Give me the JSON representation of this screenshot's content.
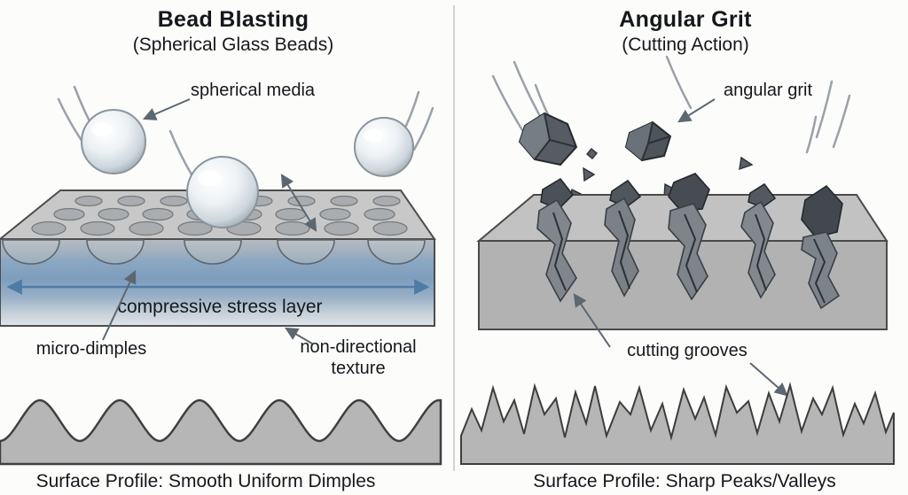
{
  "left": {
    "title": "Bead Blasting",
    "subtitle": "(Spherical Glass Beads)",
    "media_label": "spherical media",
    "stress_label": "compressive stress layer",
    "dimples_label": "micro-dimples",
    "texture_line1": "non-directional",
    "texture_line2": "texture",
    "caption": "Surface Profile: Smooth Uniform Dimples"
  },
  "right": {
    "title": "Angular Grit",
    "subtitle": "(Cutting Action)",
    "grit_label": "angular grit",
    "grooves_label": "cutting grooves",
    "caption": "Surface Profile: Sharp Peaks/Valleys"
  },
  "colors": {
    "background": "#fcfcfb",
    "text": "#15181b",
    "surface_gray": "#c6c6c6",
    "dimple_gray": "#a9adb0",
    "stress_blue": "#7e9dbd",
    "stress_arrow_blue": "#4f7ca6",
    "fragment_dark": "#4e545a",
    "arrow_gray": "#5c6770",
    "profile_gray": "#b6b6b6"
  }
}
